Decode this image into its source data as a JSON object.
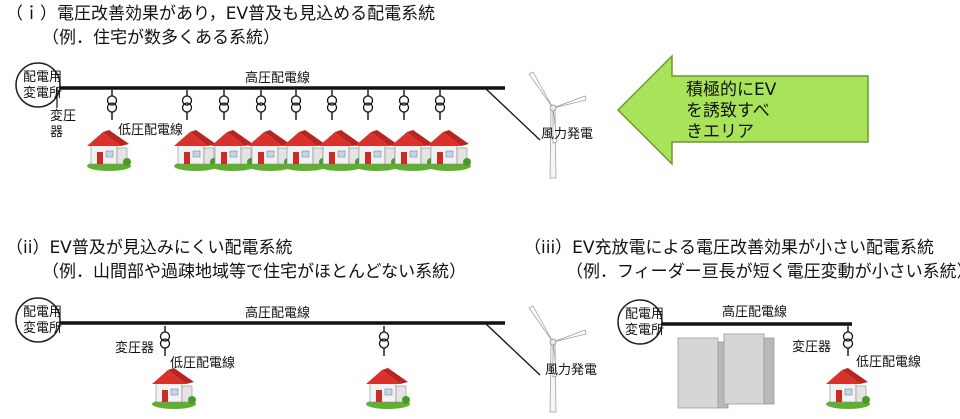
{
  "section1": {
    "title": "（ｉ）電圧改善効果があり，EV普及も見込める配電系統",
    "subtitle": "（例．住宅が数多くある系統）",
    "substation": [
      "配電用",
      "変電所"
    ],
    "hv_line": "高圧配電線",
    "transformer": [
      "変圧",
      "器"
    ],
    "lv_line": "低圧配電線",
    "wind": "風力発電",
    "callout": [
      "積極的にEV",
      "を誘致すべ",
      "きエリア"
    ],
    "callout_color": "#a9e35a"
  },
  "section2": {
    "title": "（ii）EV普及が見込みにくい配電系統",
    "subtitle": "（例．山間部や過疎地域等で住宅がほとんどない系統）",
    "substation": [
      "配電用",
      "変電所"
    ],
    "hv_line": "高圧配電線",
    "transformer": "変圧器",
    "lv_line": "低圧配電線",
    "wind": "風力発電"
  },
  "section3": {
    "title": "（iii）EV充放電による電圧改善効果が小さい配電系統",
    "subtitle": "（例．フィーダー亘長が短く電圧変動が小さい系統）",
    "substation": [
      "配電用",
      "変電所"
    ],
    "hv_line": "高圧配電線",
    "transformer": "変圧器",
    "lv_line": "低圧配電線"
  },
  "colors": {
    "roof": "#d9312b",
    "wall": "#f2f2f2",
    "door": "#cc2a24",
    "lawn": "#5fb030",
    "building": "#d6d6d6"
  }
}
